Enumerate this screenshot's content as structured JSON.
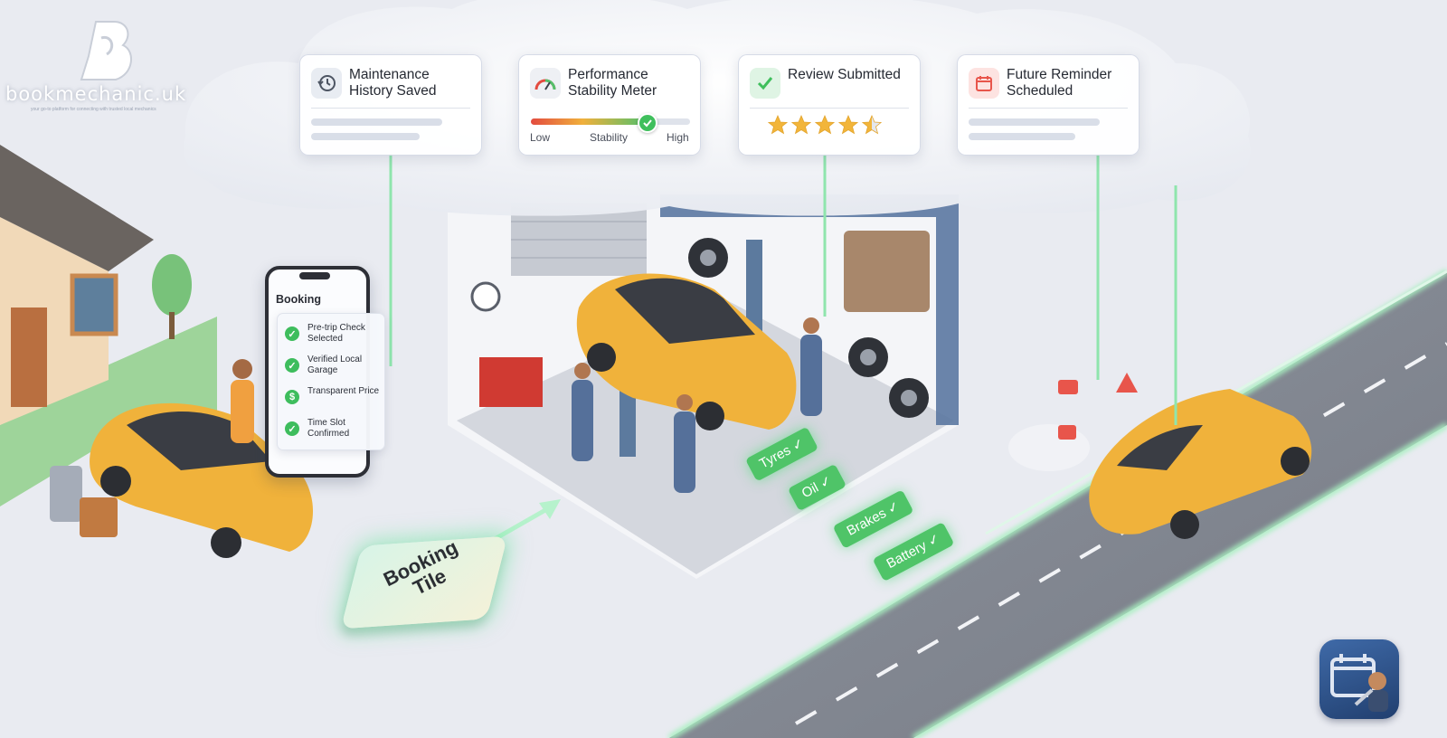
{
  "brand": {
    "name": "bookmechanic.uk",
    "tagline": "your go-to platform for connecting with trusted local mechanics"
  },
  "cards": [
    {
      "title": "Maintenance History Saved",
      "icon": "history-icon"
    },
    {
      "title": "Performance Stability Meter",
      "icon": "gauge-icon",
      "meter": {
        "value": 0.72,
        "low_label": "Low",
        "mid_label": "Stability",
        "high_label": "High"
      }
    },
    {
      "title": "Review Submitted",
      "icon": "check-icon",
      "rating": 4.5
    },
    {
      "title": "Future Reminder Scheduled",
      "icon": "calendar-icon"
    }
  ],
  "phone": {
    "title": "Booking",
    "items": [
      {
        "label": "Pre-trip Check Selected",
        "icon": "check-icon"
      },
      {
        "label": "Verified Local Garage",
        "icon": "check-icon"
      },
      {
        "label": "Transparent Price",
        "icon": "dollar-icon"
      },
      {
        "label": "Time Slot Confirmed",
        "icon": "check-icon"
      }
    ]
  },
  "booking_tile": {
    "label": "Booking Tile"
  },
  "service_tags": [
    "Tyres ✓",
    "Oil ✓",
    "Brakes ✓",
    "Battery ✓"
  ],
  "colors": {
    "accent_green": "#4fc468",
    "car_yellow": "#f0b23b",
    "warning_red": "#e8554b",
    "card_bg": "#ffffff",
    "background": "#e9ebf1"
  }
}
